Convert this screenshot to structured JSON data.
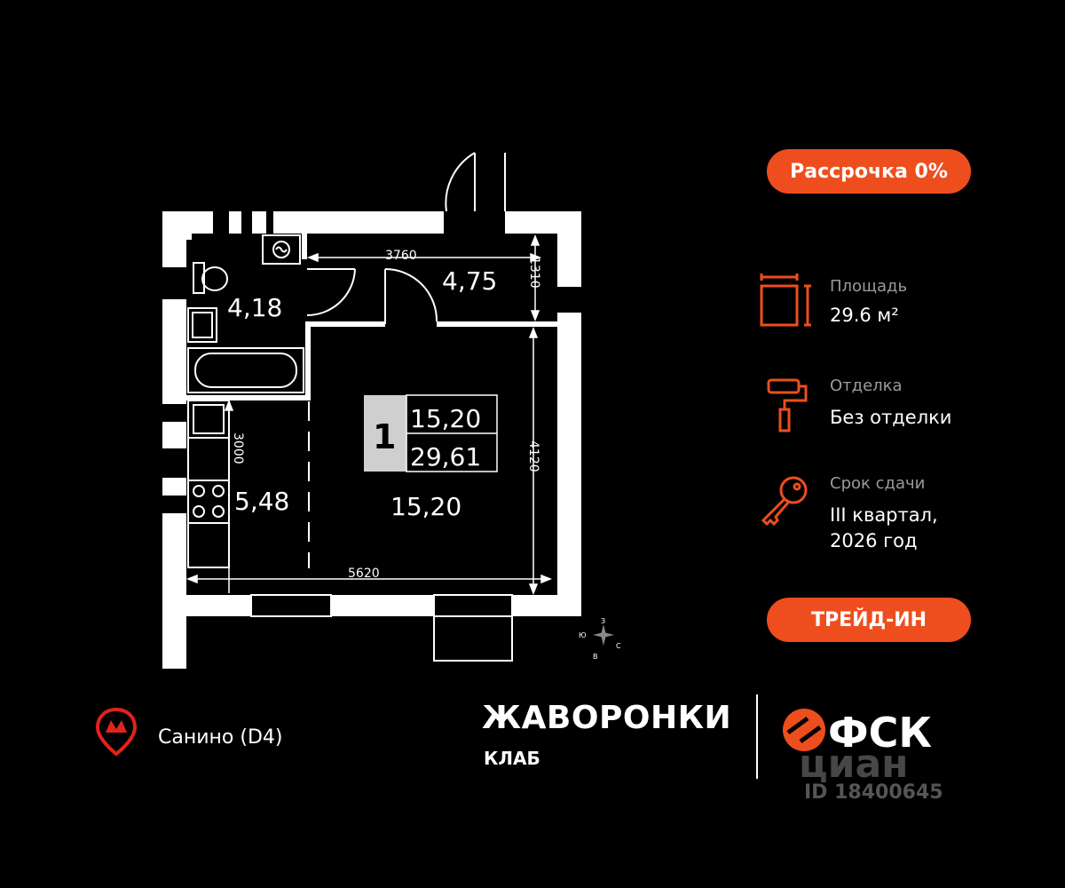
{
  "badges": {
    "installment": "Рассрочка 0%",
    "trade_in": "ТРЕЙД-ИН"
  },
  "info": [
    {
      "icon": "area-icon",
      "label": "Площадь",
      "value": "29.6 м²"
    },
    {
      "icon": "paint-roller-icon",
      "label": "Отделка",
      "value": "Без отделки"
    },
    {
      "icon": "key-icon",
      "label": "Срок сдачи",
      "value_line1": "III квартал,",
      "value_line2": "2026 год"
    }
  ],
  "plan": {
    "rooms": {
      "bathroom": "4,18",
      "hall": "4,75",
      "kitchen": "5,48",
      "living": "15,20"
    },
    "dims": {
      "hall_width": "3760",
      "hall_depth": "1310",
      "kitchen_depth": "3000",
      "room_depth": "4120",
      "total_width": "5620"
    },
    "summary": {
      "rooms": "1",
      "living_area": "15,20",
      "total_area": "29,61"
    },
    "compass": {
      "n": "З",
      "w": "Ю",
      "e": "С",
      "s": "В"
    }
  },
  "metro": {
    "icon": "metro-pin-icon",
    "station": "Санино (D4)"
  },
  "complex": {
    "name": "ЖАВОРОНКИ",
    "sub": "КЛАБ"
  },
  "brand": {
    "logo_text": "ФСК",
    "watermark_brand": "циан",
    "watermark_id": "ID 18400645"
  },
  "colors": {
    "accent": "#ee4e1e",
    "background": "#000000",
    "walls": "#ffffff",
    "label_gray": "#9a9a9a"
  }
}
